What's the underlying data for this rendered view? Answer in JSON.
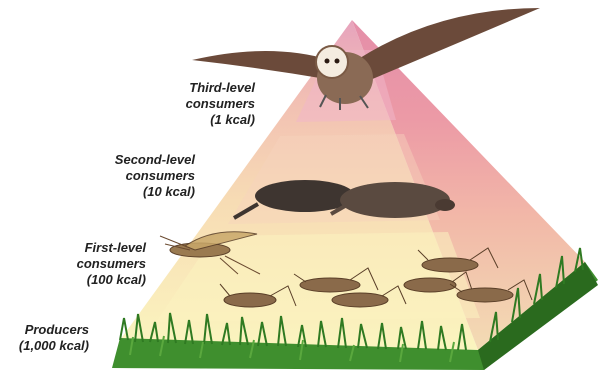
{
  "levels": {
    "third": {
      "line1": "Third-level",
      "line2": "consumers",
      "energy": "(1 kcal)",
      "organism_icon": "owl-icon"
    },
    "second": {
      "line1": "Second-level",
      "line2": "consumers",
      "energy": "(10 kcal)",
      "organism_icon": "shrew-icon"
    },
    "first": {
      "line1": "First-level",
      "line2": "consumers",
      "energy": "(100 kcal)",
      "organism_icon": "grasshopper-icon"
    },
    "producers": {
      "line1": "Producers",
      "energy": "(1,000 kcal)",
      "organism_icon": "grass-icon"
    }
  },
  "colors": {
    "tier_top": "#e9a6b8",
    "tier_upper": "#f3c7b6",
    "tier_middle": "#f8e4b8",
    "tier_lower": "#fbf6c0",
    "grass": "#3f8f2e",
    "grass_dark": "#2a6a1e"
  }
}
